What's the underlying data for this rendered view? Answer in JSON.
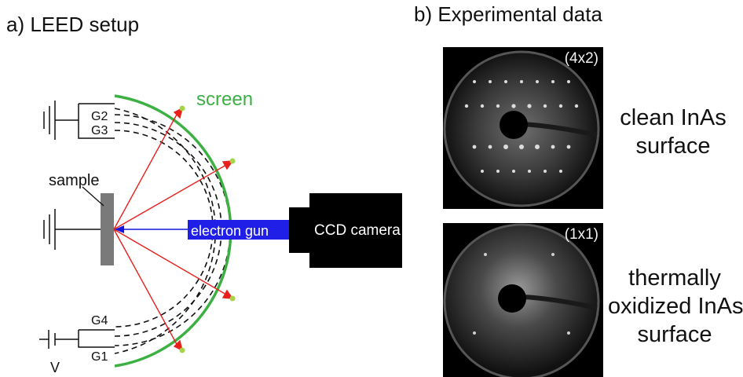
{
  "panel_a": {
    "title": "a) LEED setup",
    "screen_label": "screen",
    "sample_label": "sample",
    "gun_label": "electron gun",
    "camera_label": "CCD camera",
    "grids": [
      "G2",
      "G3",
      "G4",
      "G1"
    ],
    "voltage_label": "V"
  },
  "panel_b": {
    "title": "b) Experimental data",
    "images": [
      {
        "reconstruction": "(4x2)",
        "caption_lines": [
          "clean InAs",
          "surface"
        ]
      },
      {
        "reconstruction": "(1x1)",
        "caption_lines": [
          "thermally",
          "oxidized InAs",
          "surface"
        ]
      }
    ]
  },
  "colors": {
    "screen": "#3cb043",
    "rays": "#e8201c",
    "beam": "#1515e0",
    "gun_box": "#1f1fe8",
    "spots": "#a6d34a",
    "camera": "#000000"
  }
}
